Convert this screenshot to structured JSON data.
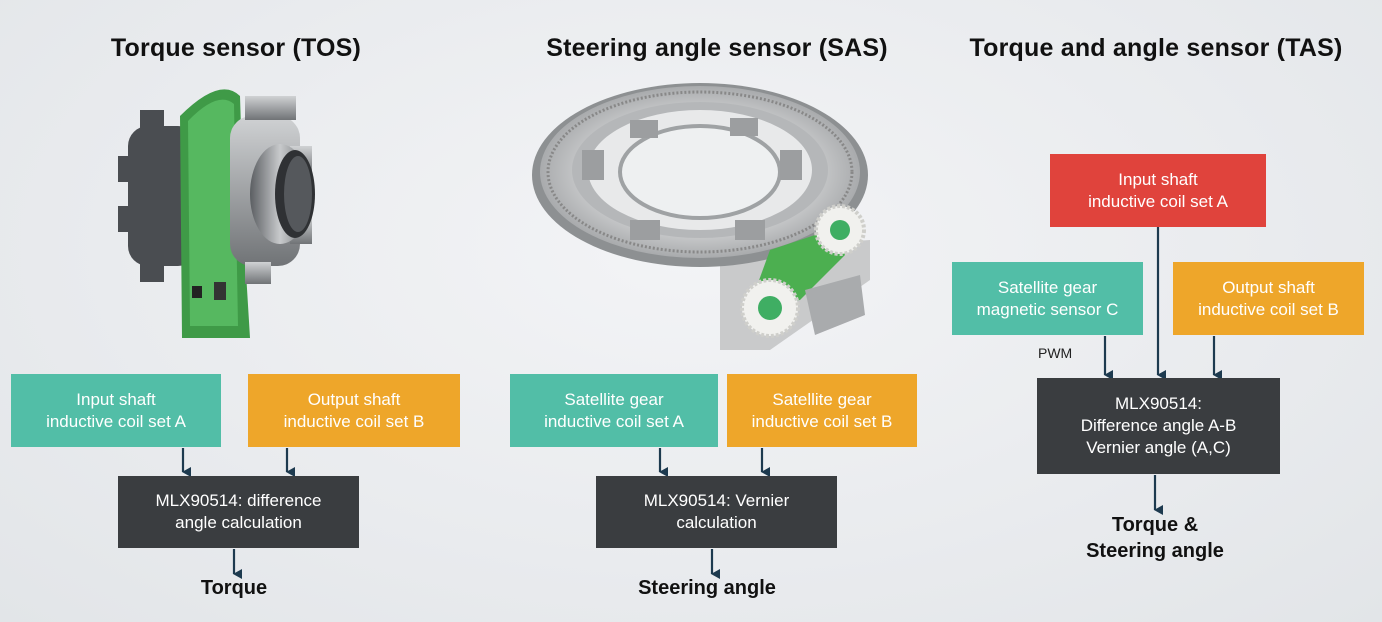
{
  "titles": {
    "tos": "Torque sensor (TOS)",
    "sas": "Steering angle sensor (SAS)",
    "tas": "Torque and angle sensor (TAS)"
  },
  "tos": {
    "input_box": [
      "Input shaft",
      "inductive coil set A"
    ],
    "output_box": [
      "Output shaft",
      "inductive coil set B"
    ],
    "mlx_box": [
      "MLX90514: difference",
      "angle calculation"
    ],
    "result": "Torque"
  },
  "sas": {
    "gear_a_box": [
      "Satellite gear",
      "inductive coil set A"
    ],
    "gear_b_box": [
      "Satellite gear",
      "inductive coil set B"
    ],
    "mlx_box": [
      "MLX90514: Vernier",
      "calculation"
    ],
    "result": "Steering angle"
  },
  "tas": {
    "input_box": [
      "Input shaft",
      "inductive coil set A"
    ],
    "gear_c_box": [
      "Satellite gear",
      "magnetic sensor C"
    ],
    "output_box": [
      "Output shaft",
      "inductive coil set B"
    ],
    "pwm_label": "PWM",
    "mlx_box": [
      "MLX90514:",
      "Difference angle  A-B",
      "Vernier angle (A,C)"
    ],
    "result": [
      "Torque &",
      "Steering angle"
    ]
  },
  "colors": {
    "teal": "#52bea7",
    "orange": "#eea62a",
    "red": "#e0433c",
    "dark": "#3a3d40",
    "arrow": "#1d3a4f"
  }
}
